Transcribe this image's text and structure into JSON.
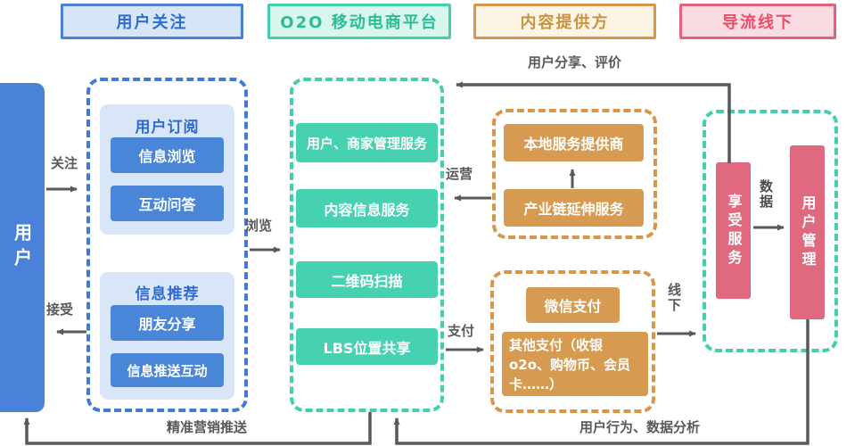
{
  "headers": {
    "follow": "用户关注",
    "platform": "O2O 移动电商平台",
    "content": "内容提供方",
    "offline": "导流线下"
  },
  "user": {
    "label": "用户"
  },
  "subscribe_panel": {
    "title": "用户订阅",
    "items": [
      "信息浏览",
      "互动问答"
    ]
  },
  "recommend_panel": {
    "title": "信息推荐",
    "items": [
      "朋友分享",
      "信息推送互动"
    ]
  },
  "platform_box": {
    "services": [
      "用户、商家管理服务",
      "内容信息服务",
      "二维码扫描",
      "LBS位置共享"
    ]
  },
  "content_box": {
    "items": [
      "本地服务提供商",
      "产业链延伸服务"
    ]
  },
  "payment_box": {
    "items": [
      "微信支付",
      "其他支付（收银o2o、购物币、会员卡……）"
    ]
  },
  "offline_box": {
    "bars": [
      "享受服务",
      "用户管理"
    ],
    "data_label": "数据"
  },
  "flow_labels": {
    "follow": "关注",
    "receive": "接受",
    "browse": "浏览",
    "operate": "运营",
    "pay": "支付",
    "offline": "线下",
    "share": "用户分享、评价",
    "push": "精准营销推送",
    "behavior": "用户行为、数据分析"
  },
  "colors": {
    "blue": "#3f7ad8",
    "teal": "#41cfae",
    "orange": "#d9964a",
    "pink": "#e5607b",
    "bar_pink": "#e0697f",
    "arrow_gray": "#58595b"
  }
}
